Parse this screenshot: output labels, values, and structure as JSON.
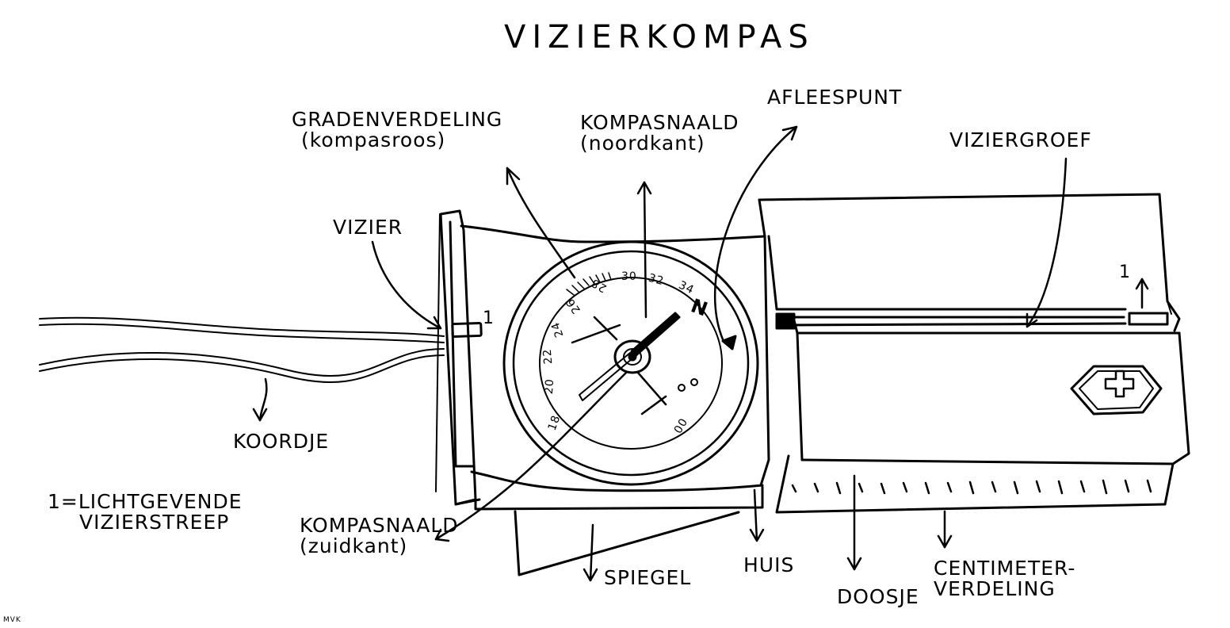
{
  "title": "VIZIERKOMPAS",
  "labels": {
    "gradenverdeling_1": "GRADENVERDELING",
    "gradenverdeling_2": "(kompasroos)",
    "kompasnaald_noord_1": "KOMPASNAALD",
    "kompasnaald_noord_2": "(noordkant)",
    "afleespunt": "AFLEESPUNT",
    "viziergroef": "VIZIERGROEF",
    "vizier": "VIZIER",
    "koordje": "KOORDJE",
    "legend_1": "1=LICHTGEVENDE",
    "legend_2": "VIZIERSTREEP",
    "kompasnaald_zuid_1": "KOMPASNAALD",
    "kompasnaald_zuid_2": "(zuidkant)",
    "spiegel": "SPIEGEL",
    "huis": "HUIS",
    "doosje": "DOOSJE",
    "centimeter_1": "CENTIMETER-",
    "centimeter_2": "VERDELING",
    "marker_vizier": "1",
    "marker_groef": "1",
    "north": "N",
    "author": "MVK"
  },
  "dial_numbers": [
    "18",
    "20",
    "22",
    "24",
    "26",
    "28",
    "30",
    "32",
    "34",
    "00"
  ],
  "colors": {
    "ink": "#000000",
    "paper": "#ffffff"
  },
  "icons": {
    "emblem": "swiss-cross-emblem-icon"
  }
}
